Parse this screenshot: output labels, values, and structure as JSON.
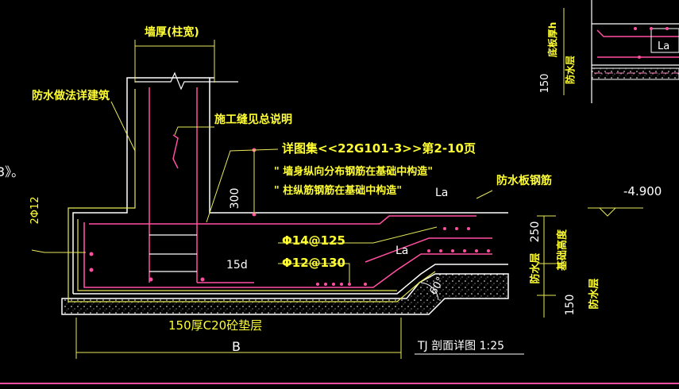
{
  "colors": {
    "background": "#000000",
    "rebar": "#ff4fa0",
    "outline": "#ffffff",
    "dimension": "#e8e85a",
    "text_yellow": "#ffff33",
    "text_white": "#ffffff",
    "pink_text": "#ff8ac0"
  },
  "labels": {
    "wall_thickness": "墙厚(柱宽)",
    "waterproof_method": "防水做法详建筑",
    "construction_joint": "施工缝见总说明",
    "ref_atlas": "详图集<<22G101-3>>第2-10页",
    "note_wall": "\" 墙身纵向分布钢筋在基础中构造\"",
    "note_column": "\" 柱纵筋钢筋在基础中构造\"",
    "dim_300": "300",
    "la_upper": "La",
    "la_lower": "La",
    "la_top_right": "La",
    "waterproof_rebar": "防水板钢筋",
    "elevation": "-4.900",
    "rebar_left": "2Φ12",
    "rebar_top": "Φ14@125",
    "rebar_bottom": "Φ12@130",
    "dim_15d": "15d",
    "dim_250": "250",
    "waterproof_layer": "防水层",
    "foundation_height": "基础高度",
    "dim_150_lower": "150",
    "waterproof_layer_lower": "防水层",
    "angle": "60°",
    "cushion": "150厚C20砼垫层",
    "dim_b": "B",
    "title": "TJ 剖面详图 1:25",
    "left_fragment": "3》。",
    "tr_150": "150",
    "tr_waterproof": "防水层",
    "tr_slab_thickness": "底板厚h"
  }
}
